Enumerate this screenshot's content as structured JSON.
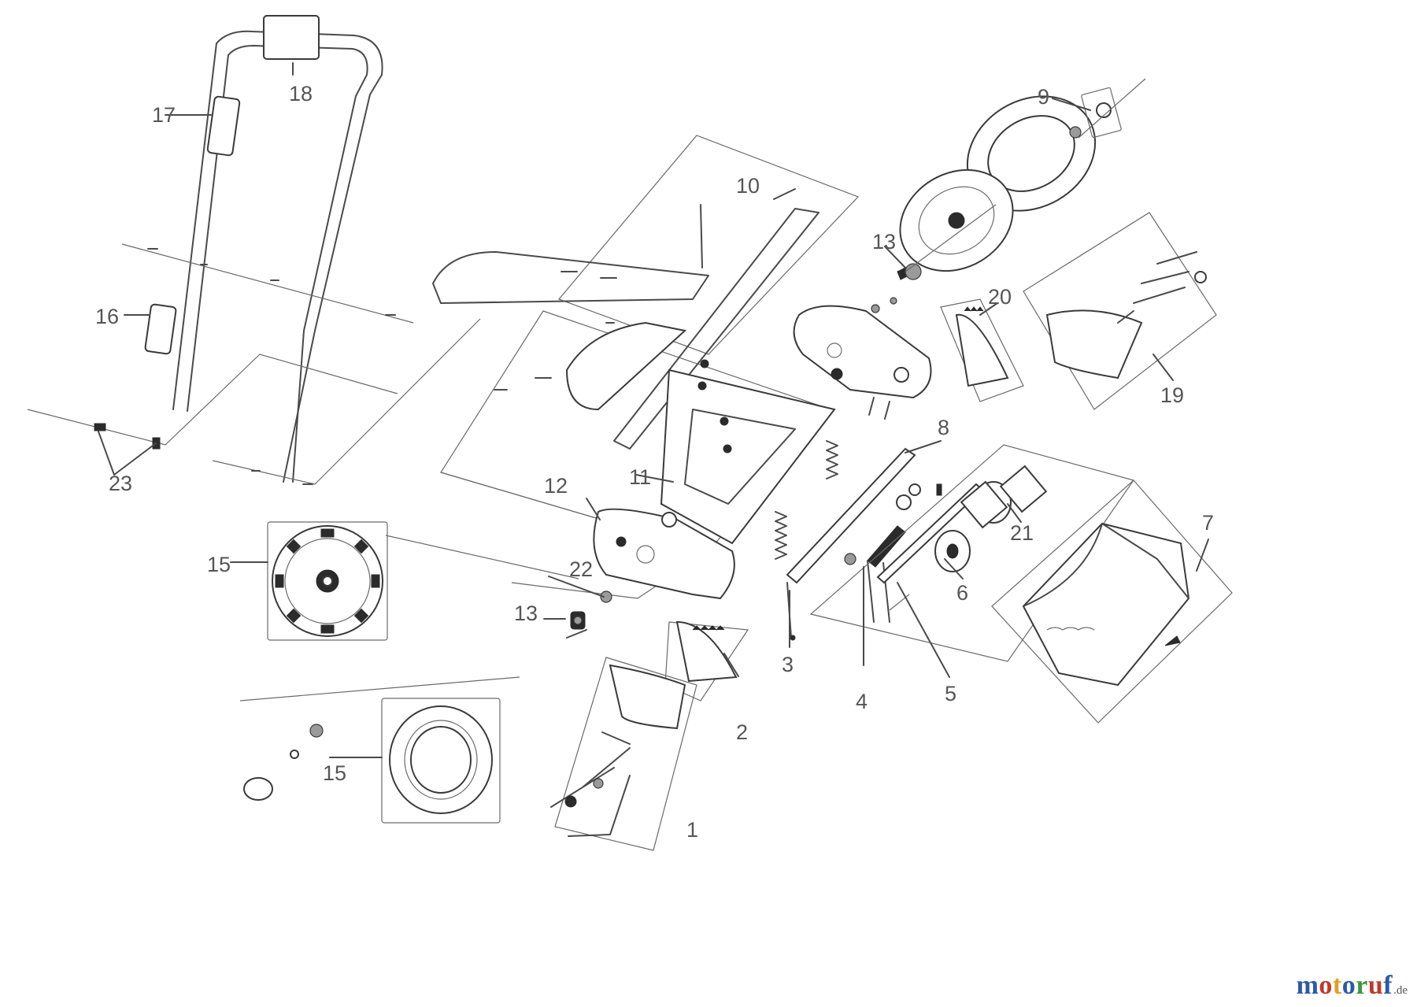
{
  "labels": {
    "p1": "1",
    "p2": "2",
    "p3": "3",
    "p4": "4",
    "p5": "5",
    "p6": "6",
    "p7": "7",
    "p8": "8",
    "p9": "9",
    "p10": "10",
    "p11": "11",
    "p12": "12",
    "p13a": "13",
    "p13b": "13",
    "p15a": "15",
    "p15b": "15",
    "p16": "16",
    "p17": "17",
    "p18": "18",
    "p19": "19",
    "p20": "20",
    "p21": "21",
    "p22": "22",
    "p23": "23"
  },
  "watermark": {
    "text": "motoruf",
    "tld": ".de",
    "letter_colors": [
      "#2a5aa8",
      "#c0392b",
      "#e0a020",
      "#2a5aa8",
      "#3a9a3a",
      "#c0392b",
      "#2a5aa8"
    ]
  },
  "colors": {
    "line": "#4a4a4a",
    "label": "#555555",
    "background": "#ffffff"
  }
}
